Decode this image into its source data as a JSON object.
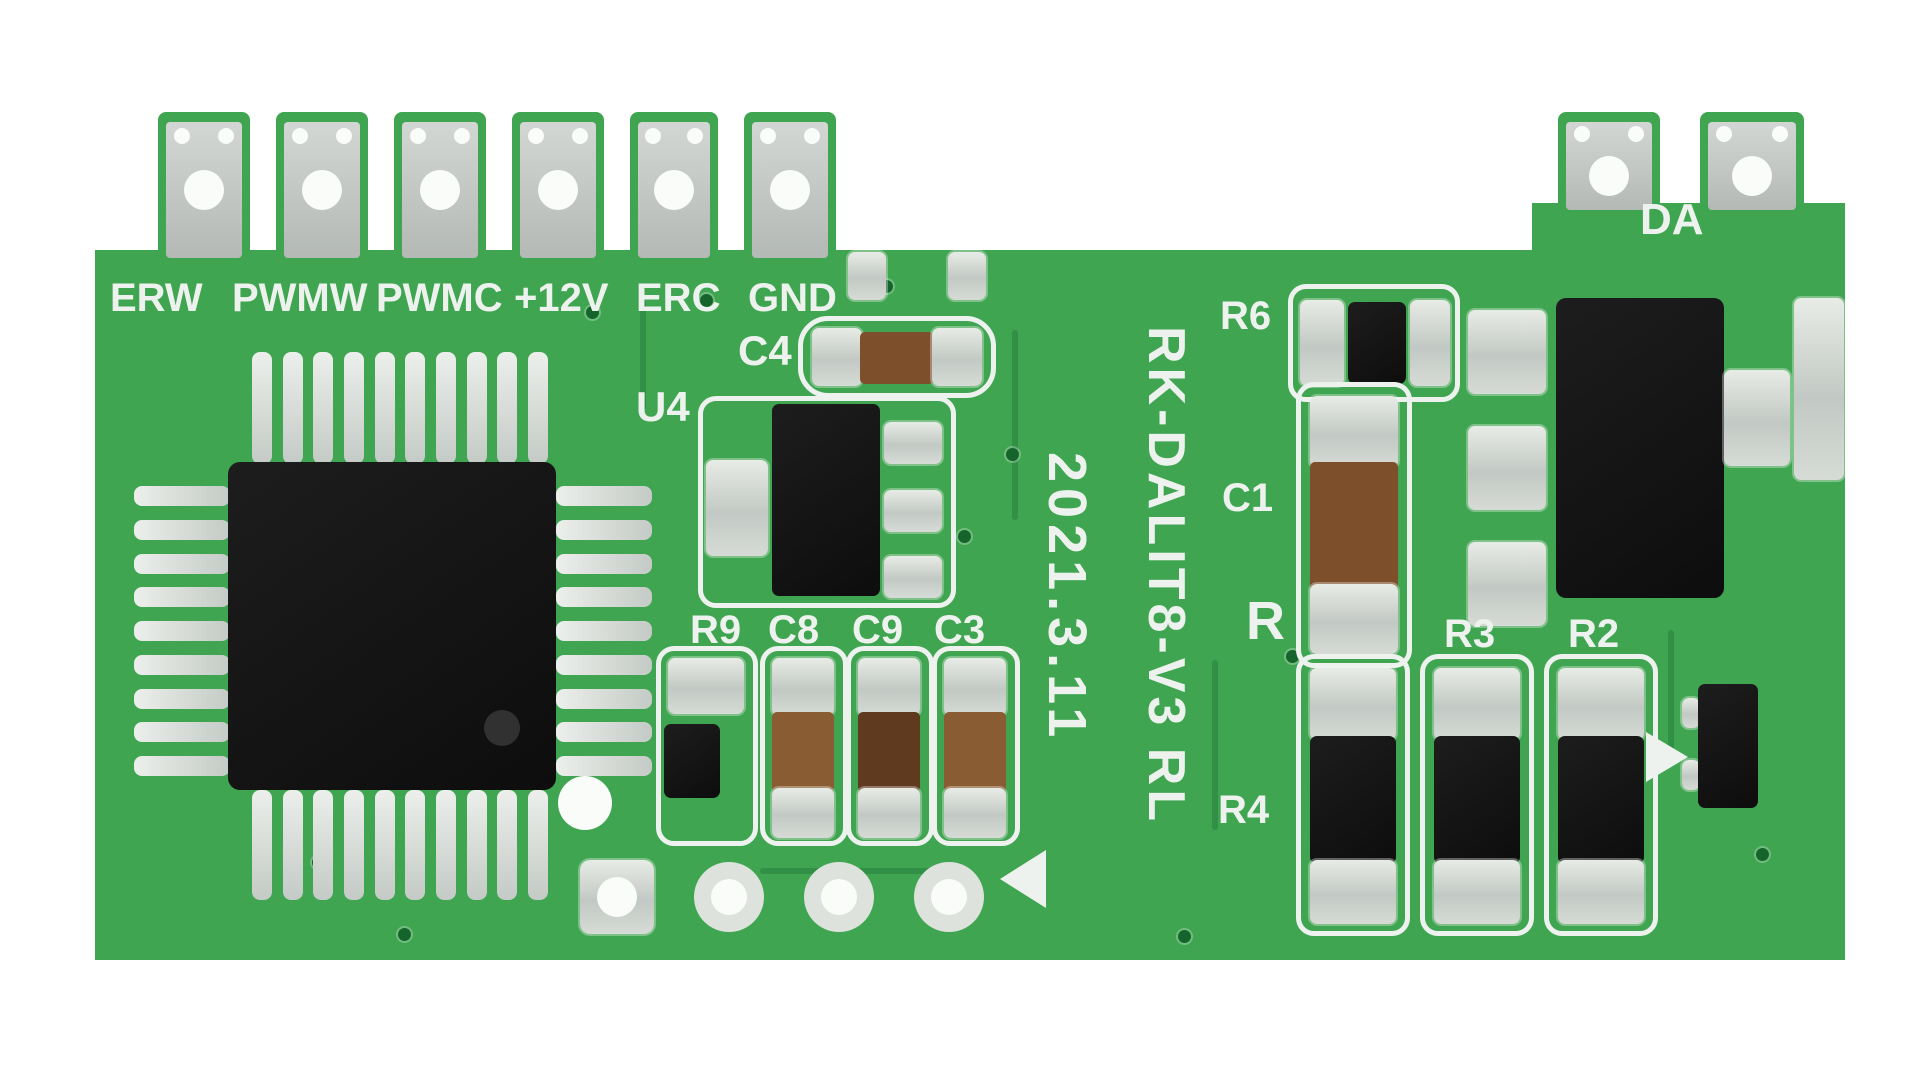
{
  "pcb": {
    "connector_labels": [
      "ERW",
      "PWMW",
      "PWMC",
      "+12V",
      "ERC",
      "GND"
    ],
    "da_label": "DA",
    "model_text": "RK-DALIT8-V3 RL",
    "date_text": "2021.3.11",
    "refs": {
      "u4": "U4",
      "c4": "C4",
      "r9": "R9",
      "c8": "C8",
      "c9": "C9",
      "c3": "C3",
      "r6": "R6",
      "c1": "C1",
      "r": "R",
      "r3": "R3",
      "r2": "R2",
      "r4": "R4"
    },
    "colors": {
      "board_green": "#3fa551",
      "silkscreen_white": "#eef2ee",
      "pad_silver": "#c9cec9",
      "ic_black": "#141414",
      "capacitor_brown": "#7d4f2b"
    }
  }
}
